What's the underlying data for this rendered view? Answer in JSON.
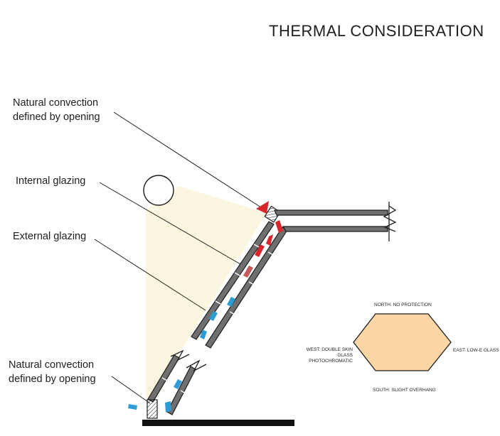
{
  "title": "THERMAL CONSIDERATION",
  "labels": {
    "convection_top": "Natural convection\ndefined by opening",
    "internal_glazing": "Internal glazing",
    "external_glazing": "External glazing",
    "convection_bottom": "Natural convection\ndefined by opening"
  },
  "orientation": {
    "north": "NORTH: NO PROTECTION",
    "west": "WEST: DOUBLE SKIN GLASS\nPHOTOCHROMATIC",
    "east": "EAST: LOW-E GLASS",
    "south": "SOUTH: SLIGHT OVERHANG"
  },
  "colors": {
    "ink": "#1e1e1e",
    "glass": "#6f6f6f",
    "sunlight": "#fbf6e0",
    "warm_air": "#d8262c",
    "warm_air_muted": "#c25a5a",
    "cool_air": "#2d9bd4",
    "hexagon_fill": "#fcd6a4"
  },
  "icons": {
    "sun": "sun-icon",
    "warm_airflow": "warm-air-arrow-icon",
    "cool_airflow": "cool-air-arrow-icon",
    "break_line": "break-line-icon"
  }
}
